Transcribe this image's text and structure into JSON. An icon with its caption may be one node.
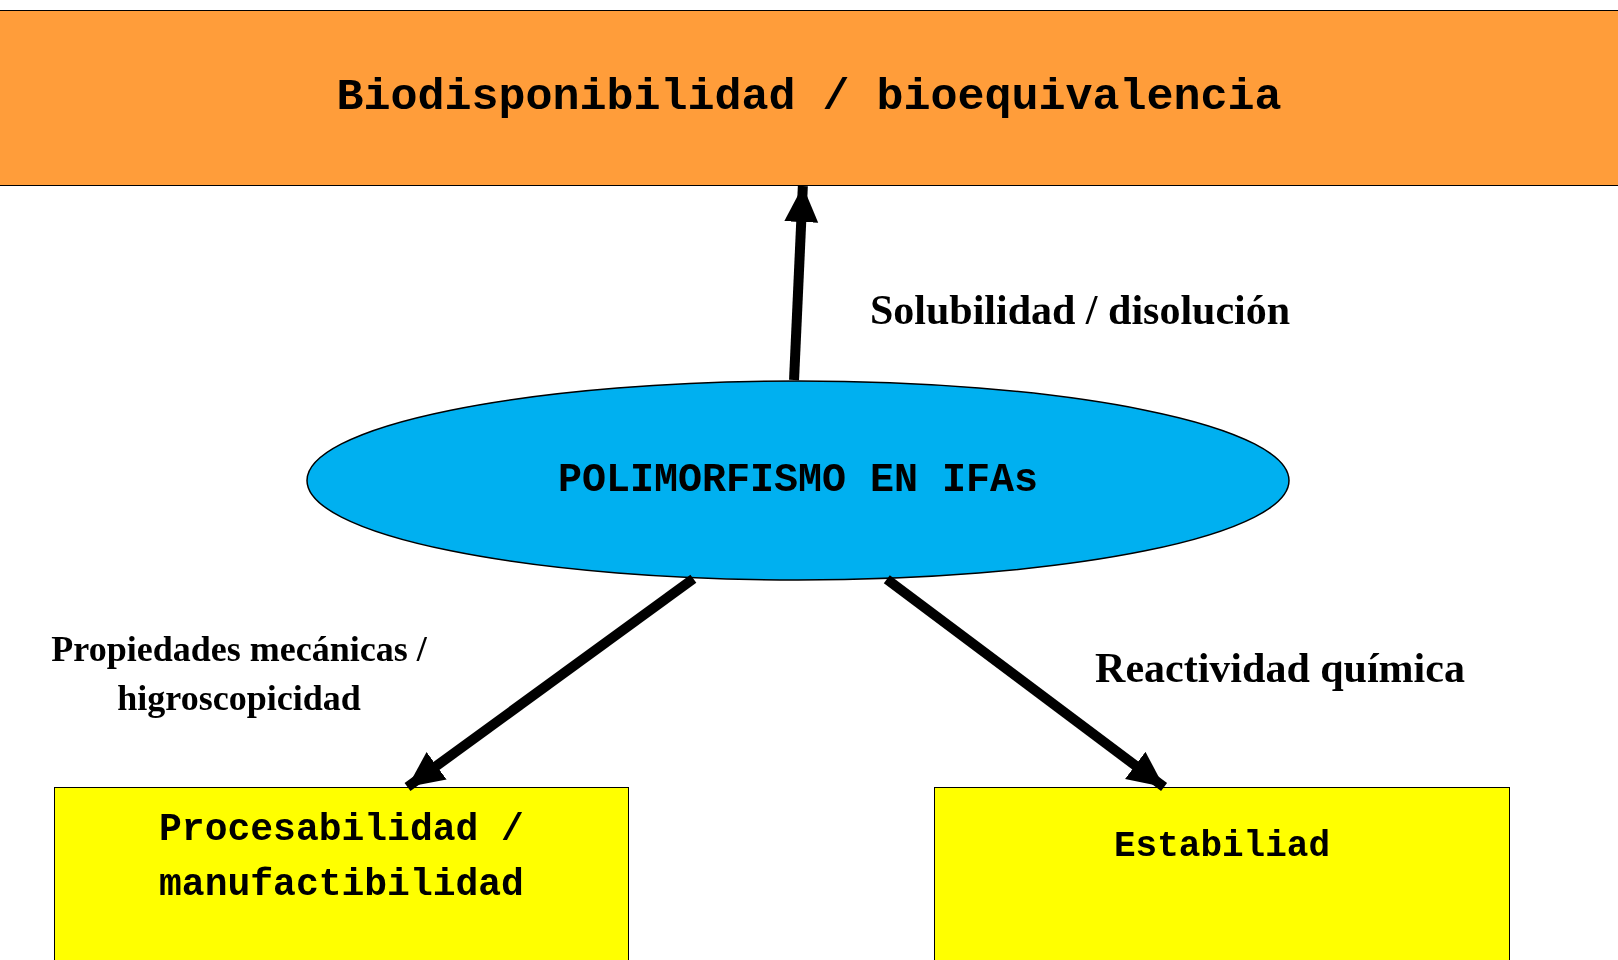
{
  "diagram": {
    "nodes": [
      {
        "text": [
          "Biodisponibilidad / bioequivalencia"
        ]
      },
      {
        "text": [
          "POLIMORFISMO EN IFAs"
        ]
      },
      {
        "text": [
          "Procesabilidad / manufactibilidad"
        ]
      },
      {
        "text": [
          "Estabiliad"
        ]
      }
    ],
    "edges": [
      {
        "from": 1,
        "to": 0,
        "arrow": "to",
        "label": "Solubilidad / disolución"
      },
      {
        "from": 1,
        "to": 2,
        "arrow": "to",
        "label": "Propiedades mecánicas / higroscopicidad"
      },
      {
        "from": 1,
        "to": 3,
        "arrow": "to",
        "label": "Reactividad química"
      }
    ]
  }
}
